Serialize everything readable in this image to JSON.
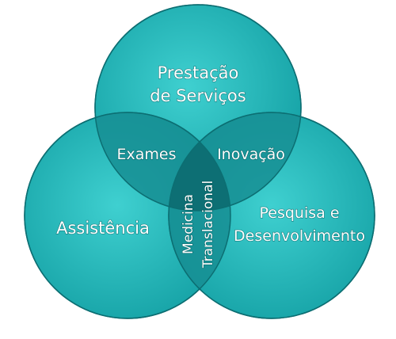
{
  "diagram": {
    "colors": {
      "circle_fill": "#1fb3b5",
      "circle_dark": "#0f8e92",
      "outline": "#0c6e72",
      "pair_overlap": "#168e93",
      "center_overlap": "#0d6f74",
      "text": "#ffffff"
    },
    "circles": {
      "top": {
        "line1": "Prestação",
        "line2": "de Serviços"
      },
      "left": {
        "label": "Assistência"
      },
      "right": {
        "line1": "Pesquisa e",
        "line2": "Desenvolvimento"
      }
    },
    "overlaps": {
      "top_left": "Exames",
      "top_right": "Inovação",
      "center": {
        "line1": "Medicina",
        "line2": "Translacional"
      }
    }
  }
}
